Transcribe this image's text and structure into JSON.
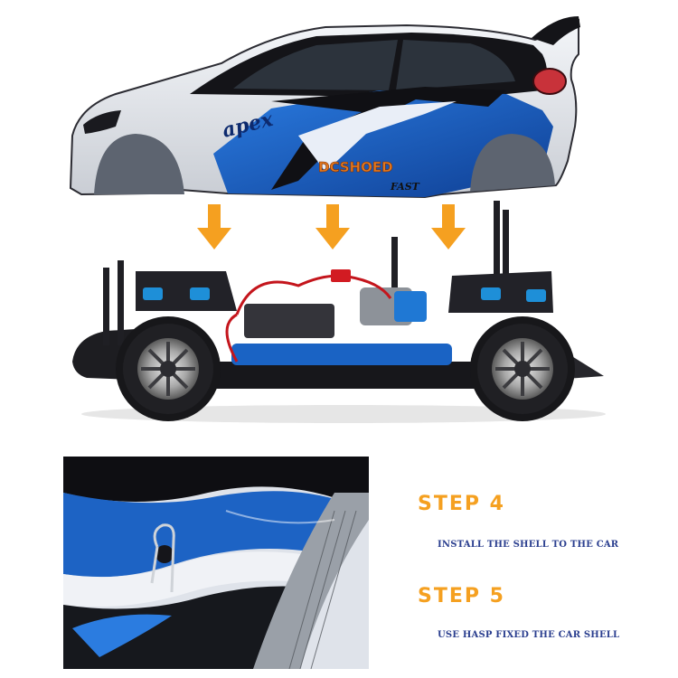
{
  "steps": [
    {
      "title": "STEP 4",
      "text": "INSTALL THE SHELL TO THE CAR"
    },
    {
      "title": "STEP 5",
      "text": "USE HASP FIXED THE CAR SHELL"
    }
  ],
  "shell_decals": {
    "model": "apex",
    "brand": "DCSHOED",
    "tag": "FAST"
  },
  "colors": {
    "accent_orange": "#f5a020",
    "step_text_blue": "#2b3f8f",
    "shell_blue": "#1f63c6",
    "shell_black": "#101014"
  },
  "icons": [
    "down-arrow-icon",
    "down-arrow-icon",
    "down-arrow-icon",
    "body-clip-icon"
  ]
}
